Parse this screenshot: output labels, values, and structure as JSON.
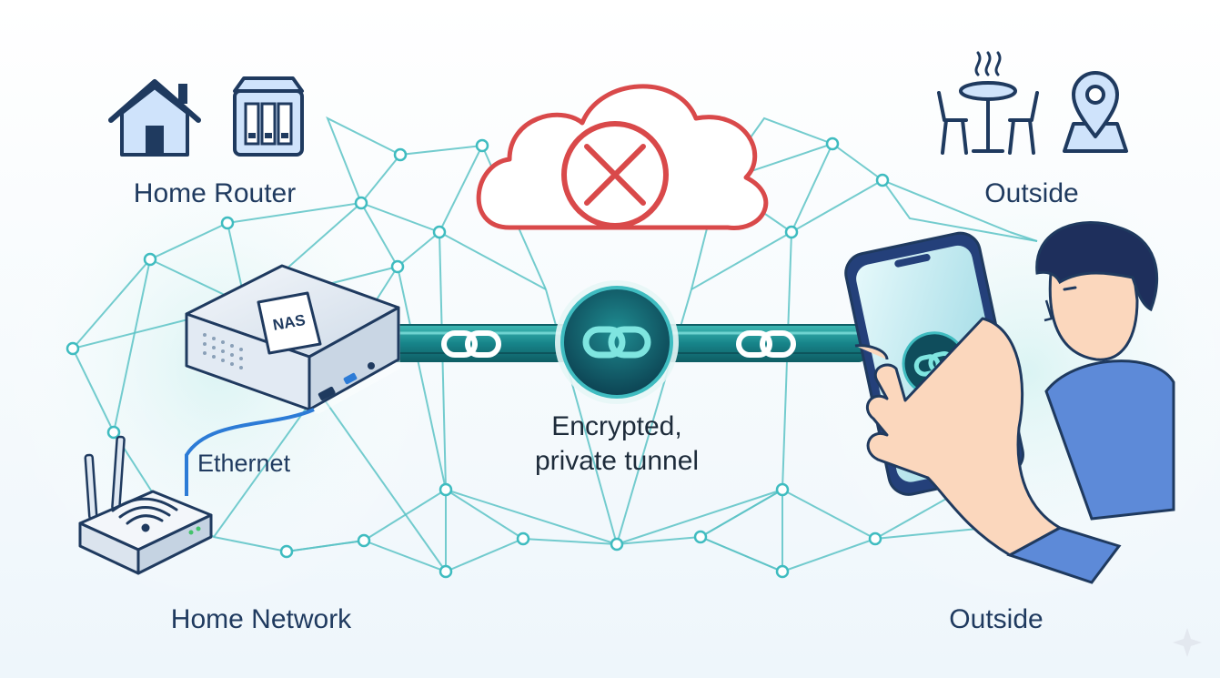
{
  "labels": {
    "home_router": "Home Router",
    "outside_top": "Outside",
    "home_network": "Home Network",
    "outside_bottom": "Outside",
    "ethernet": "Ethernet",
    "tunnel_line1": "Encrypted,",
    "tunnel_line2": "private tunnel",
    "nas": "NAS"
  },
  "icons": [
    "house-icon",
    "nas-drive-icon",
    "cafe-table-icon",
    "steam-icon",
    "map-pin-icon",
    "cloud-blocked-icon",
    "chain-link-icon",
    "nas-box",
    "wifi-router",
    "smartphone",
    "person"
  ],
  "colors": {
    "teal": "#1f9e9c",
    "teal_dark": "#0f4d5c",
    "navy": "#1f3a5f",
    "blocked_red": "#d9494a",
    "mesh_line": "#5cc3c6",
    "icon_fill": "#cfe3fb"
  }
}
